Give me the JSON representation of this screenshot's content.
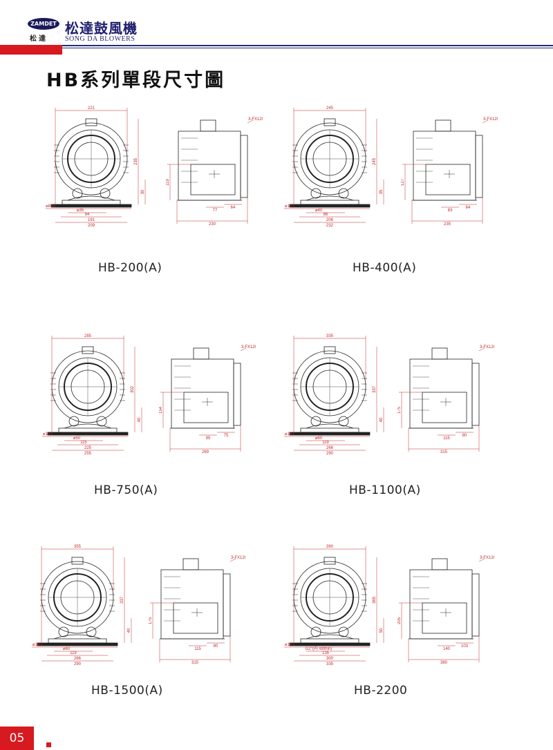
{
  "header": {
    "logo_text": "ZAMDET",
    "logo_sub": "松達",
    "brand_cn": "松達鼓風機",
    "brand_en": "SONG DA BLOWERS"
  },
  "page_title": "HB系列單段尺寸圖",
  "colors": {
    "accent": "#d71920",
    "brand": "#1e2a7a",
    "dimension": "#c0282d"
  },
  "models": [
    {
      "name": "HB-200(A)",
      "front": {
        "width_total": "221",
        "height": "235",
        "base_h": "30",
        "flange": "⌀8.5",
        "port": "⌀35",
        "d1": "94",
        "d2": "191",
        "d3": "209"
      },
      "side": {
        "thread": "3-FX120°",
        "height": "119",
        "d1": "77",
        "d2": "64",
        "length": "230"
      }
    },
    {
      "name": "HB-400(A)",
      "front": {
        "width_total": "245",
        "height": "245",
        "base_h": "35",
        "flange": "⌀10",
        "port": "⌀40",
        "d1": "86",
        "d2": "206",
        "d3": "232"
      },
      "side": {
        "thread": "3-FX120°",
        "height": "127",
        "d1": "83",
        "d2": "64",
        "length": "235"
      }
    },
    {
      "name": "HB-750(A)",
      "front": {
        "width_total": "285",
        "height": "302",
        "base_h": "40",
        "flange": "⌀10",
        "port": "⌀50",
        "d1": "115",
        "d2": "225",
        "d3": "255"
      },
      "side": {
        "thread": "3-FX120°",
        "height": "154",
        "d1": "95",
        "d2": "75",
        "length": "269"
      }
    },
    {
      "name": "HB-1100(A)",
      "front": {
        "width_total": "335",
        "height": "337",
        "base_h": "40",
        "flange": "⌀14",
        "port": "⌀60",
        "d1": "119",
        "d2": "266",
        "d3": "290"
      },
      "side": {
        "thread": "3-FX120°",
        "height": "175",
        "d1": "115",
        "d2": "80",
        "length": "315"
      }
    },
    {
      "name": "HB-1500(A)",
      "front": {
        "width_total": "355",
        "height": "337",
        "base_h": "40",
        "flange": "⌀14",
        "port": "⌀60",
        "d1": "119",
        "d2": "266",
        "d3": "290"
      },
      "side": {
        "thread": "3-FX120°",
        "height": "175",
        "d1": "115",
        "d2": "80",
        "length": "315"
      }
    },
    {
      "name": "HB-2200",
      "front": {
        "width_total": "390",
        "height": "365",
        "base_h": "50",
        "flange": "⌀14",
        "port": "G2\"(内 Within)",
        "d1": "135",
        "d2": "300",
        "d3": "335"
      },
      "side": {
        "thread": "3-FX120°",
        "height": "205",
        "d1": "140",
        "d2": "103",
        "length": "380"
      }
    }
  ],
  "footer": {
    "page_number": "05"
  }
}
